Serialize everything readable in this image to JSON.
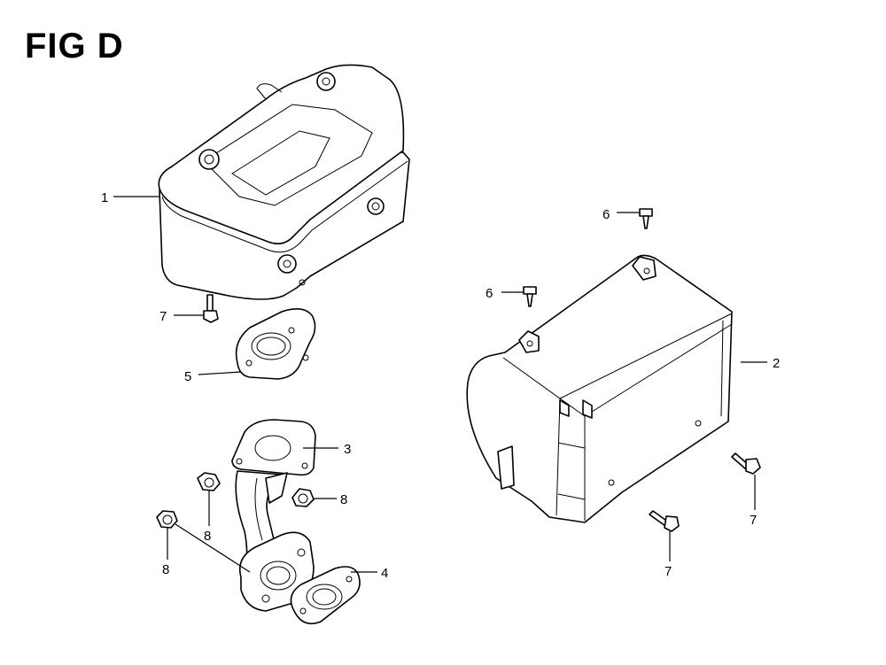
{
  "figure": {
    "title": "FIG D"
  },
  "callouts": {
    "c1": "1",
    "c2": "2",
    "c3": "3",
    "c4": "4",
    "c5": "5",
    "c6a": "6",
    "c6b": "6",
    "c7a": "7",
    "c7b": "7",
    "c7c": "7",
    "c8a": "8",
    "c8b": "8",
    "c8c": "8"
  }
}
